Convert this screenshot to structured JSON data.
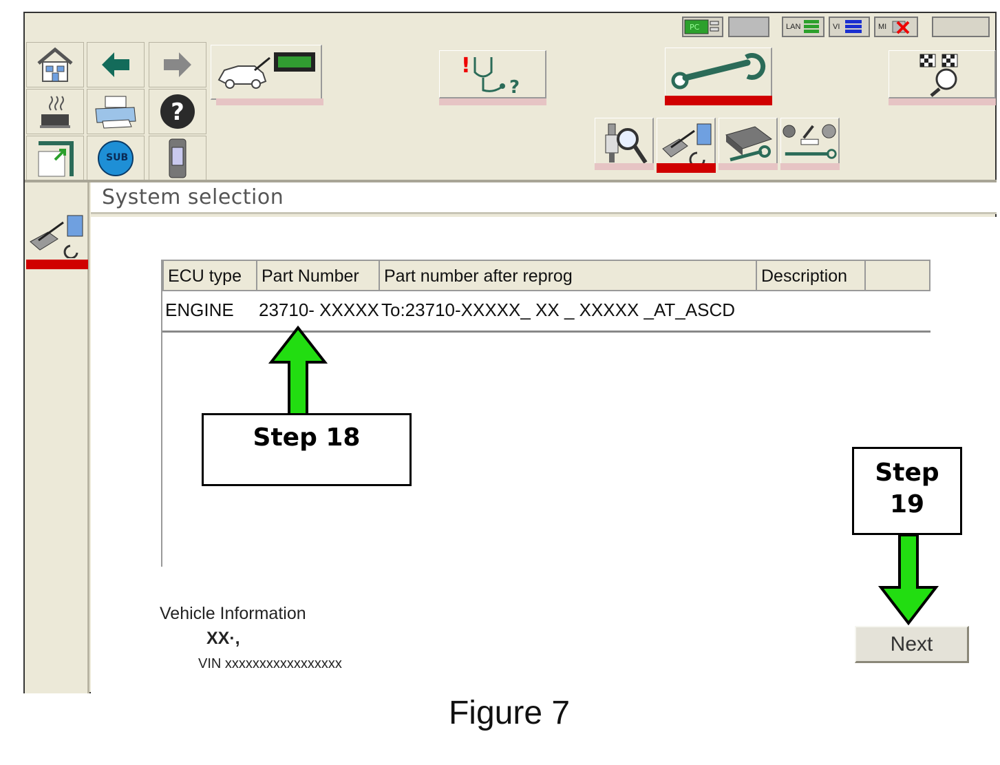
{
  "status_bar": {
    "pc": "PC",
    "lan": "LAN",
    "vi": "VI",
    "mi": "MI"
  },
  "toolbar": {
    "sub_label": "SUB"
  },
  "page": {
    "title": "System selection"
  },
  "table": {
    "headers": [
      "ECU type",
      "Part Number",
      "Part number after reprog",
      "Description",
      ""
    ],
    "rows": [
      {
        "ecu_type": "ENGINE",
        "part_number": "23710- XXXXX",
        "after_reprog": "To:23710-XXXXX_ XX _ XXXXX _AT_ASCD",
        "description": ""
      }
    ]
  },
  "vehicle_info": {
    "label": "Vehicle Information",
    "model": "XX·,",
    "vin": "VIN xxxxxxxxxxxxxxxxx"
  },
  "buttons": {
    "next": "Next"
  },
  "callouts": {
    "step18": "Step 18",
    "step19_line1": "Step",
    "step19_line2": "19"
  },
  "figure_caption": "Figure 7",
  "colors": {
    "panel_bg": "#ece9d8",
    "active_red": "#d00000",
    "inactive_pink": "#e6c4c4",
    "arrow_green": "#22dd11"
  }
}
